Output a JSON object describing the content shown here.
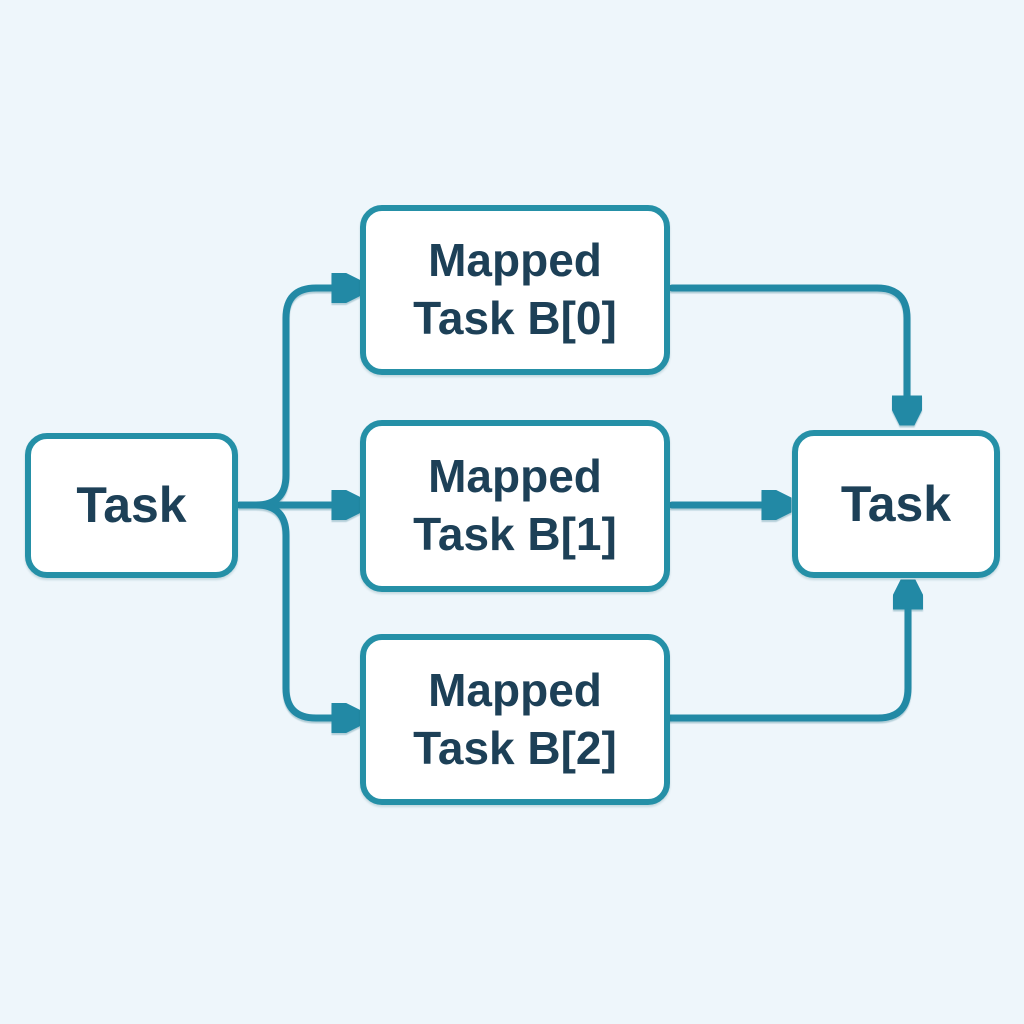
{
  "diagram": {
    "background_color": "#eef6fb",
    "accent_color": "#2289a5",
    "node_fill_color": "#ffffff",
    "text_color": "#1d4057",
    "nodes": {
      "task_left": {
        "label": "Task"
      },
      "mapped_b0": {
        "label_line1": "Mapped",
        "label_line2": "Task B[0]"
      },
      "mapped_b1": {
        "label_line1": "Mapped",
        "label_line2": "Task B[1]"
      },
      "mapped_b2": {
        "label_line1": "Mapped",
        "label_line2": "Task B[2]"
      },
      "task_right": {
        "label": "Task"
      }
    },
    "edges": [
      {
        "from": "task_left",
        "to": "mapped_b0"
      },
      {
        "from": "task_left",
        "to": "mapped_b1"
      },
      {
        "from": "task_left",
        "to": "mapped_b2"
      },
      {
        "from": "mapped_b0",
        "to": "task_right"
      },
      {
        "from": "mapped_b1",
        "to": "task_right"
      },
      {
        "from": "mapped_b2",
        "to": "task_right"
      }
    ]
  }
}
